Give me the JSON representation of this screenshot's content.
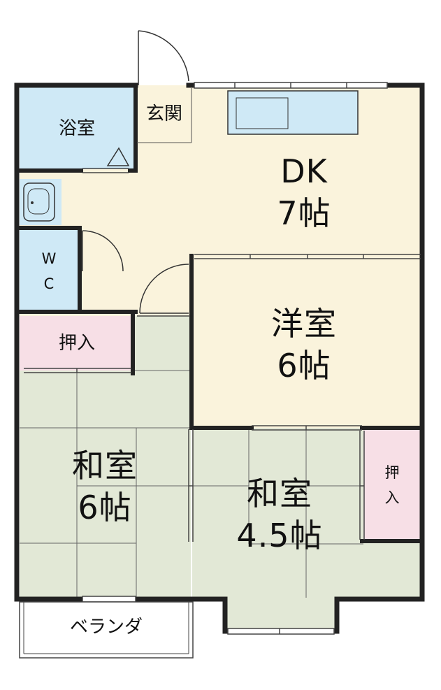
{
  "rooms": {
    "dk": {
      "name": "DK",
      "size": "7帖"
    },
    "western": {
      "name": "洋室",
      "size": "6帖"
    },
    "japanese_left": {
      "name": "和室",
      "size": "6帖"
    },
    "japanese_right": {
      "name": "和室",
      "size": "4.5帖"
    },
    "bath": {
      "name": "浴室"
    },
    "entrance": {
      "name": "玄関"
    },
    "wc": {
      "line1": "W",
      "line2": "C"
    },
    "closet_left": {
      "name": "押入"
    },
    "closet_right": {
      "line1": "押",
      "line2": "入"
    },
    "veranda": {
      "name": "ベランダ"
    }
  },
  "colors": {
    "dk_floor": "#faf3dc",
    "wet_area": "#cfe9f6",
    "tatami": "#e2e8d6",
    "closet": "#f7dfe6",
    "wall": "#222222"
  }
}
